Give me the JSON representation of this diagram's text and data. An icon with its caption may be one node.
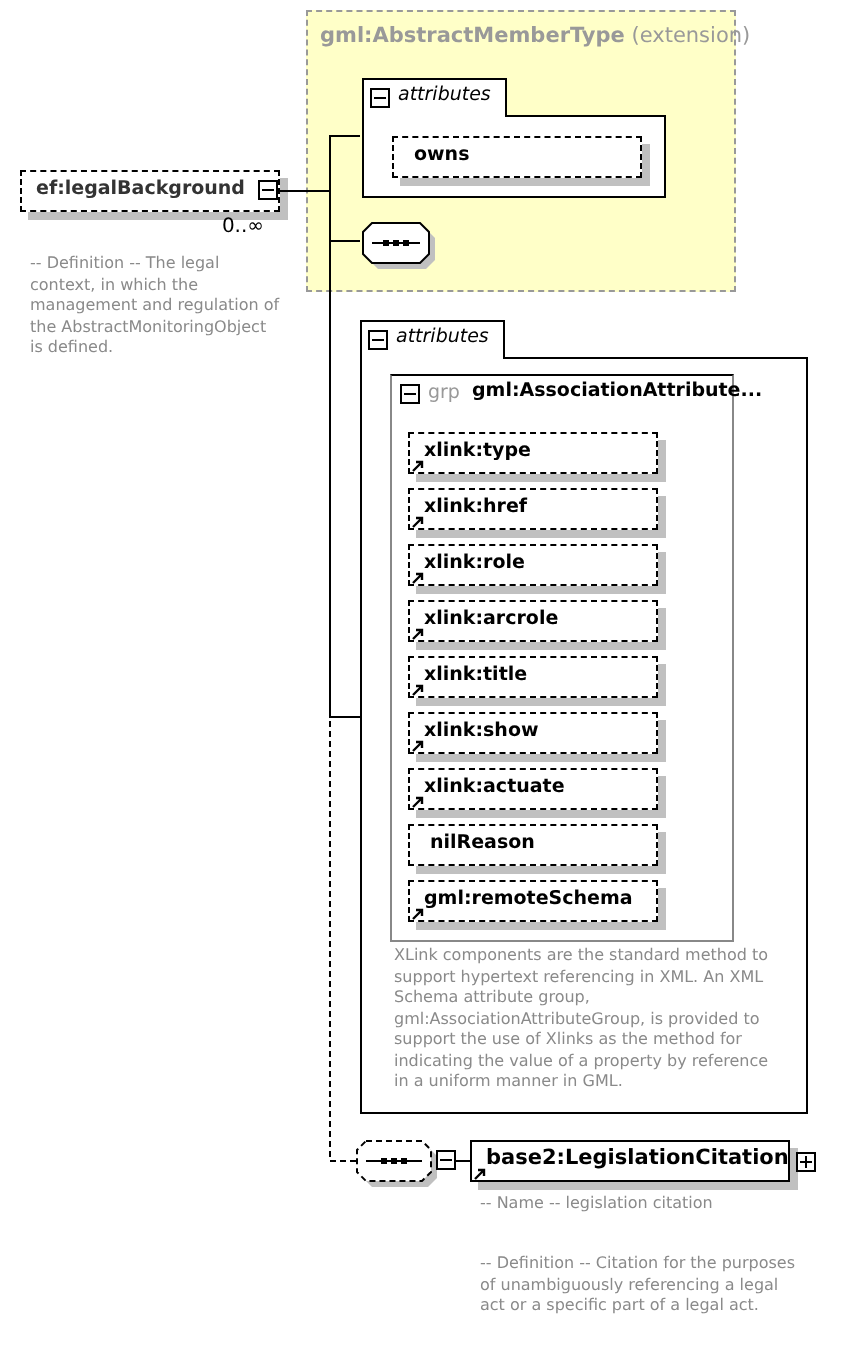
{
  "diagram": {
    "nodes": [
      {
        "text": [
          "ef:legalBackground"
        ],
        "beside": [
          "0..∞",
          "-- Definition -- The legal context, in which the management and regulation of the AbstractMonitoringObject is defined."
        ]
      },
      {
        "text": [
          "**gml:AbstractMemberType** (extension)"
        ]
      },
      {
        "text": [
          "attributes"
        ],
        "in": 1
      },
      {
        "text": [
          "owns"
        ],
        "in": 2
      },
      {
        "text": [],
        "shape": "octagon",
        "in": 1
      },
      {
        "text": [
          "attributes",
          "XLink components are the standard method to support hypertext referencing in XML. An XML Schema attribute group, gml:AssociationAttributeGroup, is provided to support the use of Xlinks as the method for indicating the value of a property by reference in a uniform manner in GML."
        ]
      },
      {
        "text": [
          "grp",
          "gml:AssociationAttribute..."
        ],
        "in": 5
      },
      {
        "text": [
          "xlink:type"
        ],
        "in": 6
      },
      {
        "text": [
          "xlink:href"
        ],
        "in": 6
      },
      {
        "text": [
          "xlink:role"
        ],
        "in": 6
      },
      {
        "text": [
          "xlink:arcrole"
        ],
        "in": 6
      },
      {
        "text": [
          "xlink:title"
        ],
        "in": 6
      },
      {
        "text": [
          "xlink:show"
        ],
        "in": 6
      },
      {
        "text": [
          "xlink:actuate"
        ],
        "in": 6
      },
      {
        "text": [
          "nilReason"
        ],
        "in": 6
      },
      {
        "text": [
          "gml:remoteSchema"
        ],
        "in": 6
      },
      {
        "text": [],
        "shape": "octagon"
      },
      {
        "text": [
          "base2:LegislationCitation"
        ],
        "beside": [
          "-- Name -- legislation citation",
          "-- Definition -- Citation for the purposes of unambiguously referencing a legal act or a specific part of a legal act."
        ]
      }
    ],
    "edges": [
      {
        "from": 0,
        "to": 2,
        "arrow": "none"
      },
      {
        "from": 0,
        "to": 4,
        "arrow": "none"
      },
      {
        "from": 0,
        "to": 5,
        "arrow": "none"
      },
      {
        "from": 0,
        "to": 16,
        "arrow": "none",
        "style": "dashed"
      },
      {
        "from": 16,
        "to": 17,
        "arrow": "none"
      }
    ]
  }
}
